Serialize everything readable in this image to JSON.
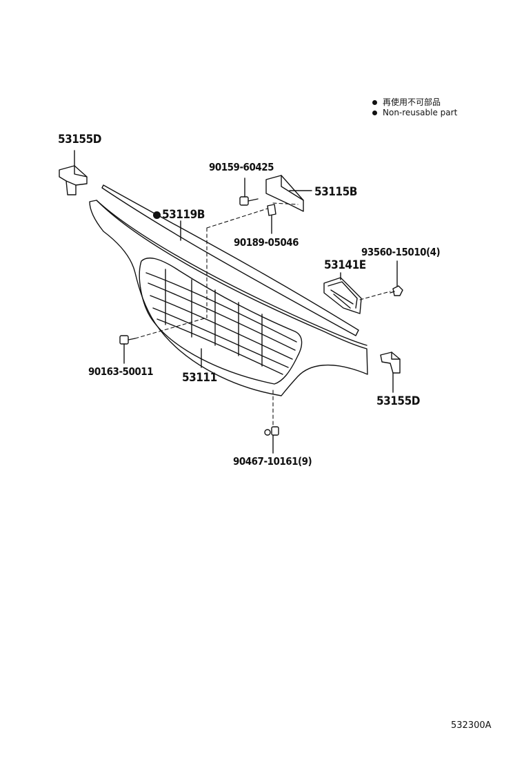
{
  "legend": {
    "line1": "再使用不可部品",
    "line2": "Non-reusable part"
  },
  "parts": {
    "emblem_left": "53155D",
    "screw_90159": "90159-60425",
    "bracket": "53115B",
    "molding": "53119B",
    "clip_90189": "90189-05046",
    "screw_93560": "93560-15010(4)",
    "emblem_center": "53141E",
    "screw_90163": "90163-50011",
    "grille": "53111",
    "emblem_right": "53155D",
    "clip_90467": "90467-10161(9)"
  },
  "footer": {
    "code": "532300A"
  },
  "icons": {
    "legend_marker": "filled-circle-icon",
    "non_reusable_marker": "filled-circle-icon"
  }
}
